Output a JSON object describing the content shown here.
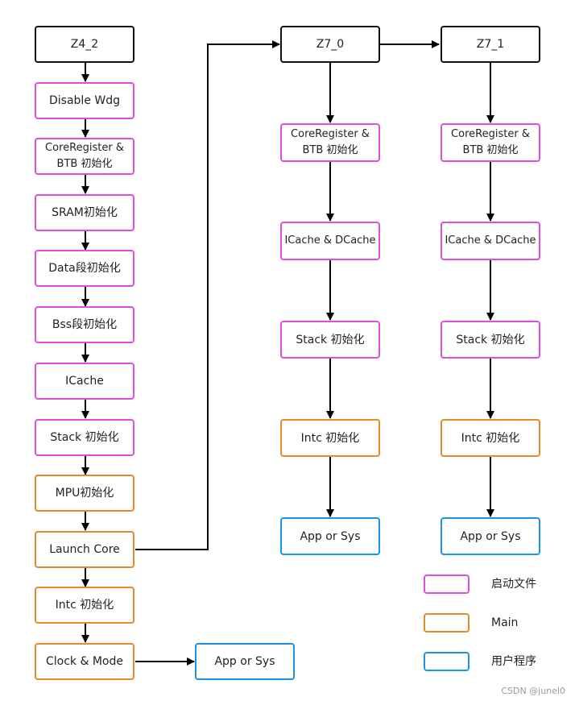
{
  "colors": {
    "core": "#111111",
    "startup": "#e04ee0",
    "main": "#e8892a",
    "user": "#1a94e6",
    "arrow": "#000000"
  },
  "nodes": {
    "z4_2": "Z4_2",
    "disable_wdg": "Disable Wdg",
    "z4_core_register": "CoreRegister &\nBTB 初始化",
    "sram_init": "SRAM初始化",
    "data_init": "Data段初始化",
    "bss_init": "Bss段初始化",
    "icache": "ICache",
    "z4_stack_init": "Stack 初始化",
    "mpu_init": "MPU初始化",
    "launch_core": "Launch Core",
    "z4_intc_init": "Intc 初始化",
    "clock_mode": "Clock & Mode",
    "z4_app": "App or Sys",
    "z7_0": "Z7_0",
    "z7_0_core_register": "CoreRegister &\nBTB 初始化",
    "z7_0_cache": "ICache & DCache",
    "z7_0_stack_init": "Stack 初始化",
    "z7_0_intc_init": "Intc 初始化",
    "z7_0_app": "App or Sys",
    "z7_1": "Z7_1",
    "z7_1_core_register": "CoreRegister &\nBTB 初始化",
    "z7_1_cache": "ICache & DCache",
    "z7_1_stack_init": "Stack 初始化",
    "z7_1_intc_init": "Intc 初始化",
    "z7_1_app": "App or Sys"
  },
  "legend": {
    "startup": "启动文件",
    "main": "Main",
    "user": "用户程序"
  },
  "watermark": "CSDN @junel0"
}
